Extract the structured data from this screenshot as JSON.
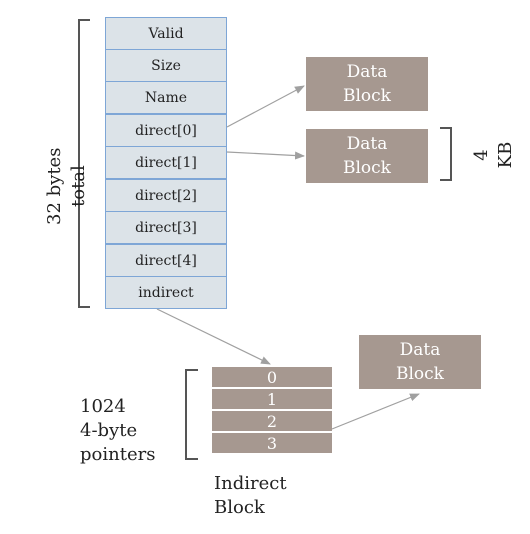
{
  "inode": {
    "fields": [
      "Valid",
      "Size",
      "Name",
      "direct[0]",
      "direct[1]",
      "direct[2]",
      "direct[3]",
      "direct[4]",
      "indirect"
    ],
    "size_label_line1": "32 bytes",
    "size_label_line2": "total"
  },
  "data_blocks": [
    {
      "line1": "Data",
      "line2": "Block"
    },
    {
      "line1": "Data",
      "line2": "Block"
    },
    {
      "line1": "Data",
      "line2": "Block"
    }
  ],
  "block_size_label_line1": "4",
  "block_size_label_line2": "KB",
  "indirect_block": {
    "entries": [
      "0",
      "1",
      "2",
      "3"
    ],
    "title_line1": "Indirect",
    "title_line2": "Block",
    "pointer_label": [
      "1024",
      "4-byte",
      "pointers"
    ]
  },
  "colors": {
    "inode_fill": "#dce3e8",
    "inode_border": "#7ea6d6",
    "block_fill": "#a69890",
    "arrow": "#a0a0a0",
    "bracket": "#555555"
  }
}
